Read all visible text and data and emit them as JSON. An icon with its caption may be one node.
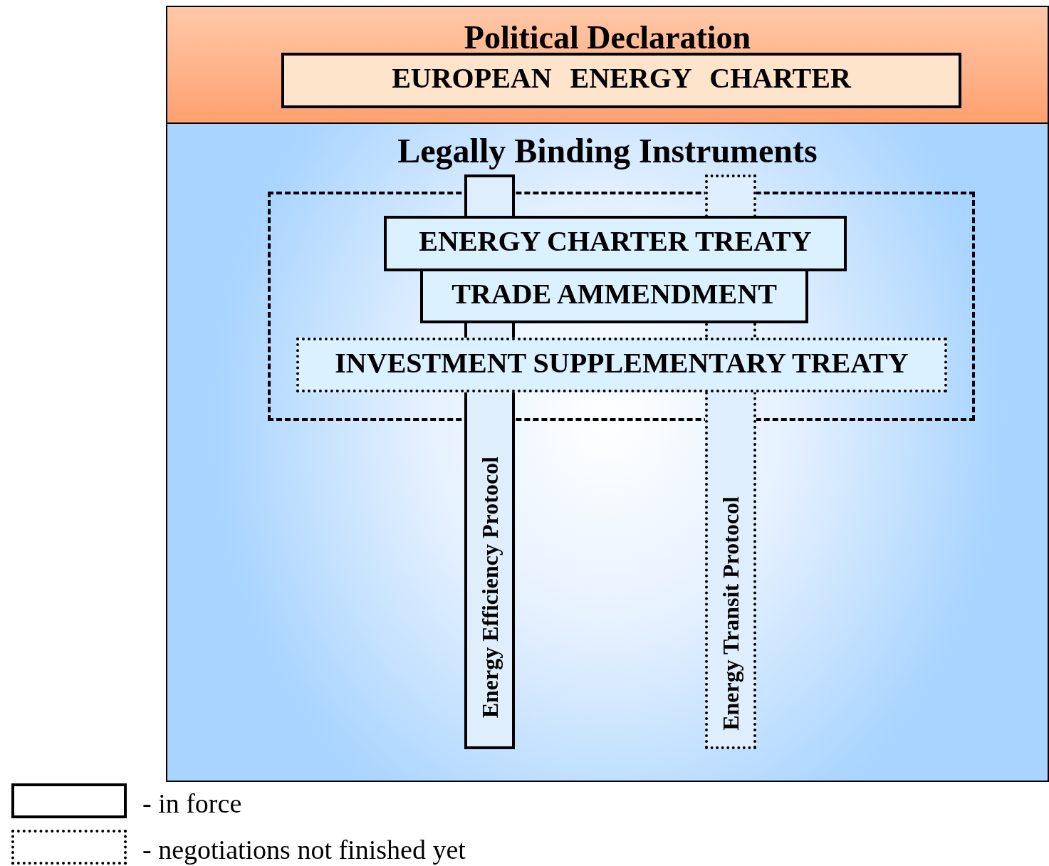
{
  "diagram": {
    "nodes": [
      {
        "text": [
          "Political Declaration"
        ]
      },
      {
        "text": [
          "EUROPEAN ENERGY CHARTER"
        ],
        "in": 0
      },
      {
        "text": [
          "Legally Binding Instruments"
        ]
      },
      {
        "text": [],
        "shape": "box",
        "in": 2
      },
      {
        "text": [
          "ENERGY CHARTER TREATY"
        ],
        "in": 3
      },
      {
        "text": [
          "TRADE AMMENDMENT"
        ],
        "in": 3
      },
      {
        "text": [
          "INVESTMENT SUPPLEMENTARY TREATY"
        ],
        "in": 3
      },
      {
        "text": [
          "Energy Efficiency Protocol"
        ],
        "in": 2
      },
      {
        "text": [
          "Energy Transit Protocol"
        ],
        "in": 2
      }
    ],
    "edges": [],
    "legend": [
      {
        "text": "- in force"
      },
      {
        "text": "- negotiations not finished yet"
      }
    ]
  }
}
